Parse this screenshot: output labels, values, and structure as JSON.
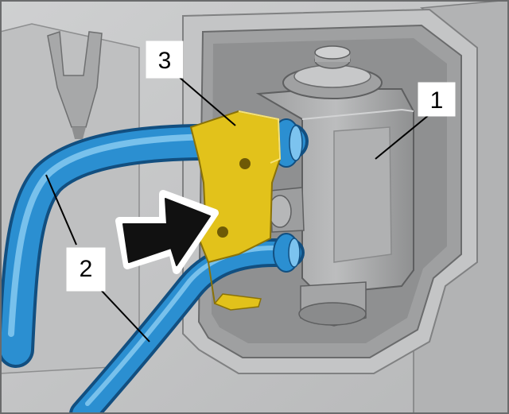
{
  "callouts": [
    {
      "id": "1",
      "label": "1"
    },
    {
      "id": "2",
      "label": "2"
    },
    {
      "id": "3",
      "label": "3"
    }
  ],
  "colors": {
    "background": "#c9cacb",
    "housing": "#b4b5b6",
    "valve_body": "#a9aaab",
    "pipe_blue": "#2b8fd1",
    "pipe_blue_light": "#7cc3ef",
    "bracket_yellow": "#e2c21b",
    "arrow_fill": "#111111"
  }
}
